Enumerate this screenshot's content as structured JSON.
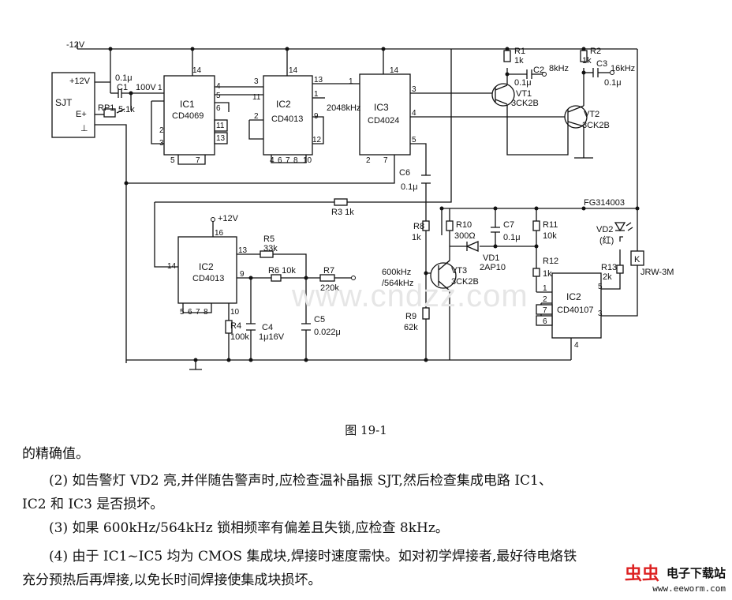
{
  "schematic": {
    "supply_top": "-12V",
    "sjt": "SJT",
    "sjt_plus": "+12V",
    "sjt_e": "E+",
    "sjt_gnd": "⊥",
    "c1_val": "0.1μ",
    "c1": "C1",
    "c1_volt": "100V",
    "rp1": "RP1",
    "rp1_val": "5.1k",
    "ic1": "IC1",
    "ic1_type": "CD4069",
    "ic2a": "IC2",
    "ic2a_type": "CD4013",
    "ic3": "IC3",
    "ic3_type": "CD4024",
    "freq_2048": "2048kHz",
    "r1": "R1",
    "r1_val": "1k",
    "c2": "C2",
    "c2_val": "0.1μ",
    "freq_8": "8kHz",
    "vt1": "VT1",
    "vt1_type": "3CK2B",
    "r2": "R2",
    "r2_val": "1k",
    "c3": "C3",
    "c3_val": "0.1μ",
    "freq_16": "16kHz",
    "vt2": "VT2",
    "vt2_type": "3CK2B",
    "c6": "C6",
    "c6_val": "0.1μ",
    "fg": "FG314003",
    "r3": "R3 1k",
    "plus12": "+12V",
    "ic2b": "IC2",
    "ic2b_type": "CD4013",
    "r5": "R5",
    "r5_val": "33k",
    "r6": "R6 10k",
    "r7": "R7",
    "r7_val": "220k",
    "r4": "R4",
    "r4_val": "100k",
    "c4": "C4",
    "c4_val": "1μ16V",
    "c5": "C5",
    "c5_val": "0.022μ",
    "r8": "R8",
    "r8_val": "1k",
    "freq_600": "600kHz",
    "freq_564": "/564kHz",
    "r9": "R9",
    "r9_val": "62k",
    "r10": "R10",
    "r10_val": "300Ω",
    "c7": "C7",
    "c7_val": "0.1μ",
    "vd1": "VD1",
    "vd1_type": "2AP10",
    "vt3": "VT3",
    "vt3_type": "3CK2B",
    "r11": "R11",
    "r11_val": "10k",
    "r12": "R12",
    "r12_val": "1k",
    "ic2c": "IC2",
    "ic2c_type": "CD40107",
    "vd2": "VD2",
    "vd2_color": "(红)",
    "r13": "R13",
    "r13_val": "2k",
    "relay": "K",
    "relay_type": "JRW-3M"
  },
  "caption": "图 19-1",
  "paragraphs": [
    "的精确值。",
    "(2) 如告警灯 VD2 亮,并伴随告警声时,应检查温补晶振 SJT,然后检查集成电路 IC1、",
    "IC2 和 IC3 是否损坏。",
    "(3) 如果 600kHz/564kHz 锁相频率有偏差且失锁,应检查 8kHz。",
    "(4) 由于 IC1~IC5 均为 CMOS 集成块,焊接时速度需快。如对初学焊接者,最好待电烙铁",
    "充分预热后再焊接,以免长时间焊接使集成块损坏。"
  ],
  "watermark": "www.cndzz.com",
  "brand": {
    "logo": "虫虫",
    "name": "电子下载站",
    "url": "www.eeworm.com"
  }
}
